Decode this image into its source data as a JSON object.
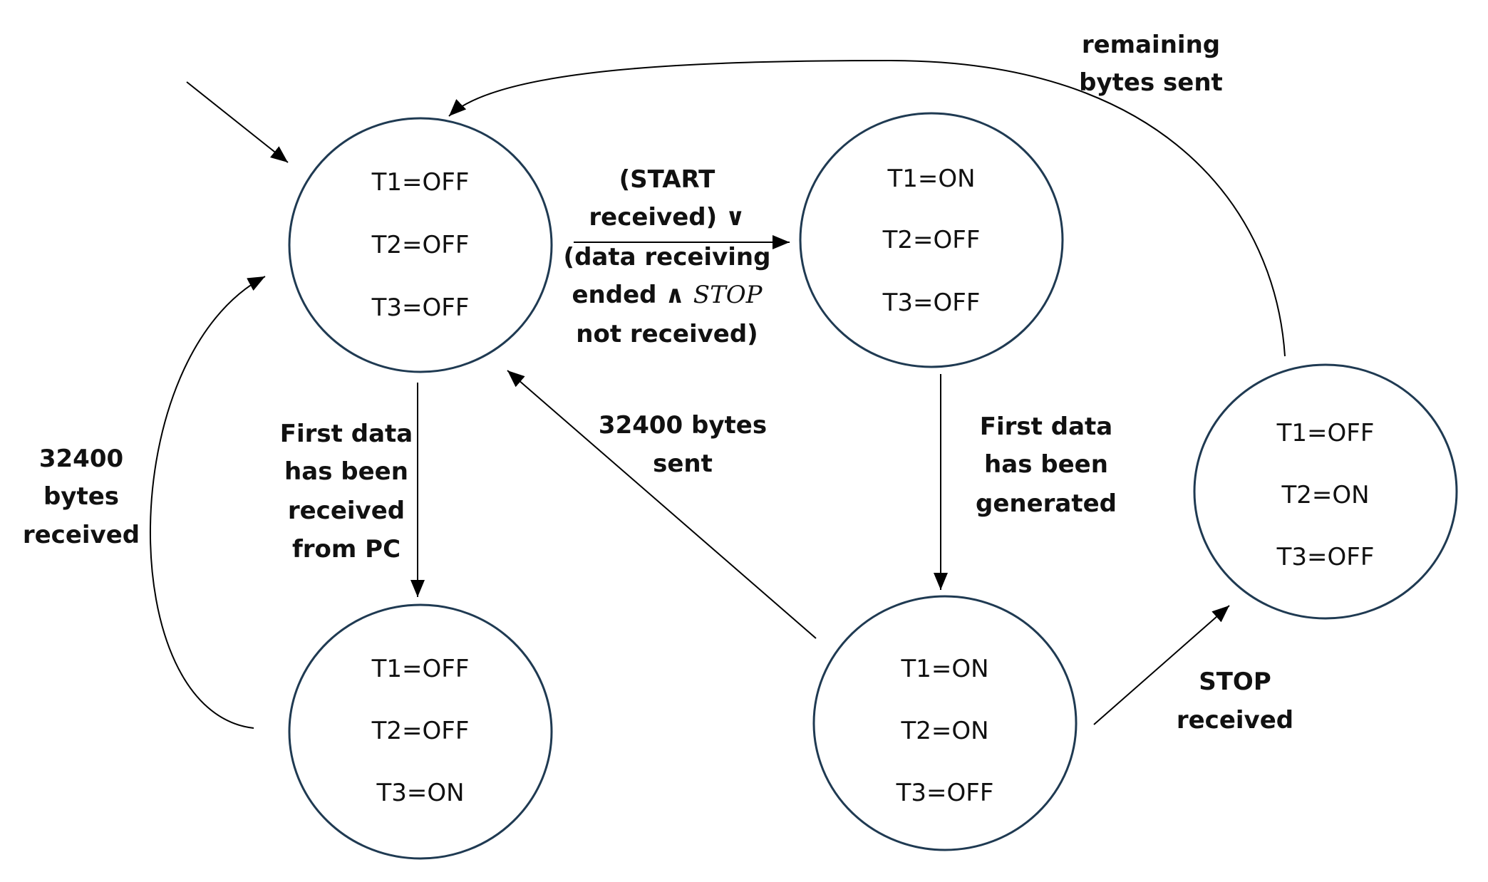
{
  "states": {
    "s0": {
      "t1": "T1=OFF",
      "t2": "T2=OFF",
      "t3": "T3=OFF"
    },
    "s1": {
      "t1": "T1=ON",
      "t2": "T2=OFF",
      "t3": "T3=OFF"
    },
    "s2": {
      "t1": "T1=OFF",
      "t2": "T2=OFF",
      "t3": "T3=ON"
    },
    "s3": {
      "t1": "T1=ON",
      "t2": "T2=ON",
      "t3": "T3=OFF"
    },
    "s4": {
      "t1": "T1=OFF",
      "t2": "T2=ON",
      "t3": "T3=OFF"
    }
  },
  "transitions": {
    "remaining": {
      "line1": "remaining",
      "line2": "bytes sent"
    },
    "start": {
      "line1": "(START",
      "line2": "received) ∨",
      "line3": "(data receiving",
      "line4_pre": "ended ∧ ",
      "line4_stop": "STOP",
      "line5": "not received)"
    },
    "first_pc": {
      "line1": "First data",
      "line2": "has been",
      "line3": "received",
      "line4": "from PC"
    },
    "received_32400": {
      "line1": "32400",
      "line2": "bytes",
      "line3": "received"
    },
    "sent_32400": {
      "line1": "32400 bytes",
      "line2": "sent"
    },
    "first_gen": {
      "line1": "First data",
      "line2": "has been",
      "line3": "generated"
    },
    "stop": {
      "line1": "STOP",
      "line2": "received"
    }
  },
  "colors": {
    "state_stroke": "#1f3a52",
    "edge": "#000000",
    "text": "#111111"
  }
}
